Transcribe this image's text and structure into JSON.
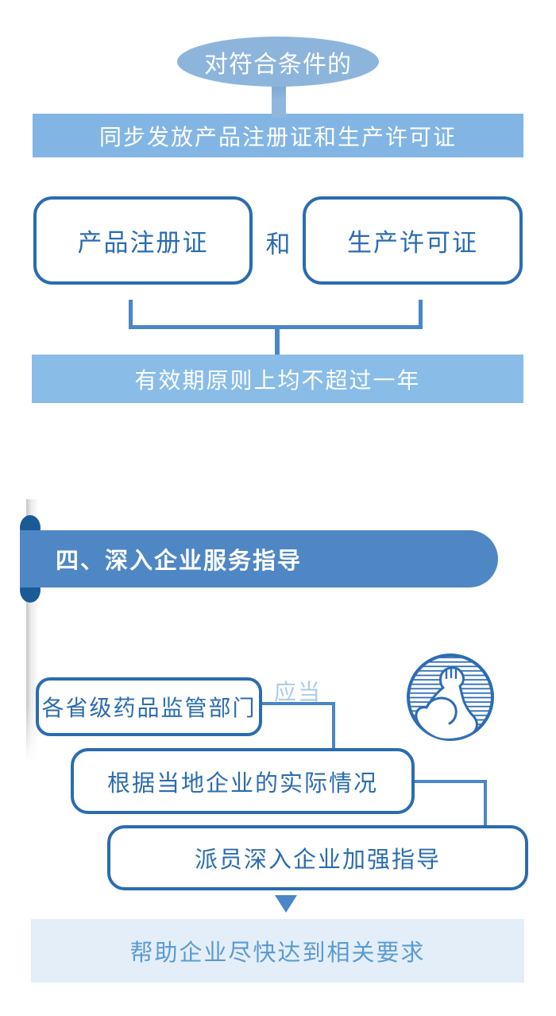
{
  "palette": {
    "deep_blue": "#2b6cb0",
    "connector_blue": "#4a86c8",
    "ellipse_blue": "#8db5dc",
    "sync_bar_blue": "#83b5e4",
    "validity_bar_blue": "#8abce8",
    "ribbon_blue": "#4f87c5",
    "ribbon_fold_navy": "#1a5a96",
    "faint_label_blue": "#aecbea",
    "result_bar_bg": "#e4eef9",
    "result_text_blue": "#5b9ad2"
  },
  "top": {
    "ellipse_label": "对符合条件的",
    "sync_bar": "同步发放产品注册证和生产许可证",
    "cert_left": "产品注册证",
    "and_label": "和",
    "cert_right": "生产许可证",
    "validity_bar": "有效期原则上均不超过一年"
  },
  "banner": {
    "title": "四、深入企业服务指导"
  },
  "bottom": {
    "authority_box": "各省级药品监管部门",
    "should_label": "应当",
    "basis_box": "根据当地企业的实际情况",
    "dispatch_box": "派员深入企业加强指导",
    "result_bar": "帮助企业尽快达到相关要求"
  }
}
